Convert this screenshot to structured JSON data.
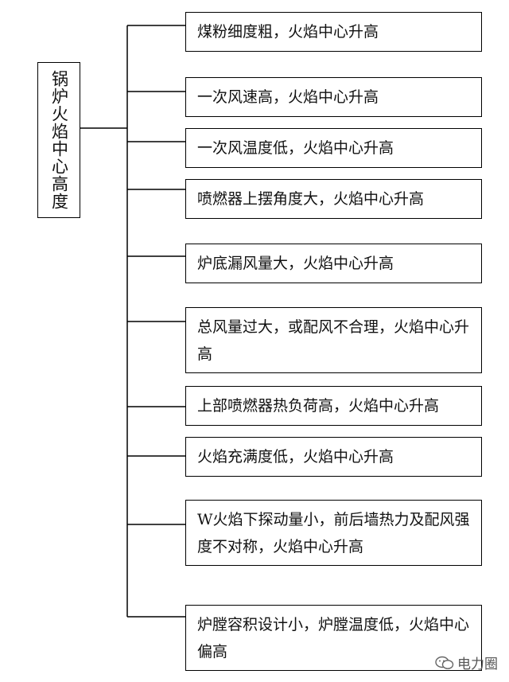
{
  "root": {
    "label": "锅炉火焰中心高度"
  },
  "nodes": [
    "煤粉细度粗，火焰中心升高",
    "一次风速高，火焰中心升高",
    "一次风温度低，火焰中心升高",
    "喷燃器上摆角度大，火焰中心升高",
    "炉底漏风量大，火焰中心升高",
    "总风量过大，或配风不合理，火焰中心升高",
    "上部喷燃器热负荷高，火焰中心升高",
    "火焰充满度低，火焰中心升高",
    "W火焰下探动量小，前后墙热力及配风强度不对称，火焰中心升高",
    "炉膛容积设计小，炉膛温度低，火焰中心偏高"
  ],
  "watermark": {
    "text": "电力圈",
    "icon": "wechat-icon"
  },
  "colors": {
    "line": "#000000",
    "text": "#111111",
    "watermark": "#555555"
  }
}
